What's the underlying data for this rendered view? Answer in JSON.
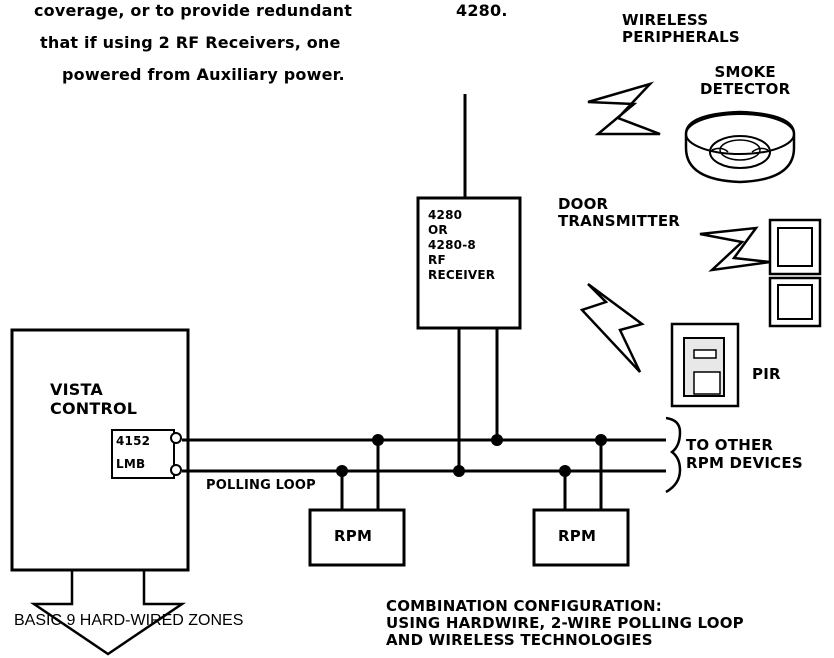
{
  "intro_text": {
    "line1": "coverage, or to provide redundant",
    "line2": "that if using 2 RF Receivers, one",
    "line3": "powered from Auxiliary power.",
    "model_ref": "4280."
  },
  "wireless_peripherals": {
    "line1": "WIRELESS",
    "line2": "PERIPHERALS"
  },
  "smoke_detector": {
    "line1": "SMOKE",
    "line2": "DETECTOR"
  },
  "door_transmitter": {
    "line1": "DOOR",
    "line2": "TRANSMITTER"
  },
  "pir": {
    "label": "PIR"
  },
  "receiver": {
    "line1": "4280",
    "line2": "OR",
    "line3": "4280-8",
    "line4": "RF",
    "line5": "RECEIVER"
  },
  "control": {
    "line1": "VISTA",
    "line2": "CONTROL",
    "port1": "4152",
    "port2": "LMB"
  },
  "polling_loop": "POLLING LOOP",
  "rpm_modules": [
    "RPM",
    "RPM"
  ],
  "other_devices": {
    "line1": "TO OTHER",
    "line2": "RPM DEVICES"
  },
  "zones_caption": "BASIC 9 HARD-WIRED ZONES",
  "figure_caption": {
    "line1": "COMBINATION CONFIGURATION:",
    "line2": "USING HARDWIRE, 2-WIRE POLLING LOOP",
    "line3": "AND WIRELESS TECHNOLOGIES"
  },
  "colors": {
    "ink": "#000000",
    "paper": "#ffffff",
    "device_fill": "#e8e8e8"
  }
}
